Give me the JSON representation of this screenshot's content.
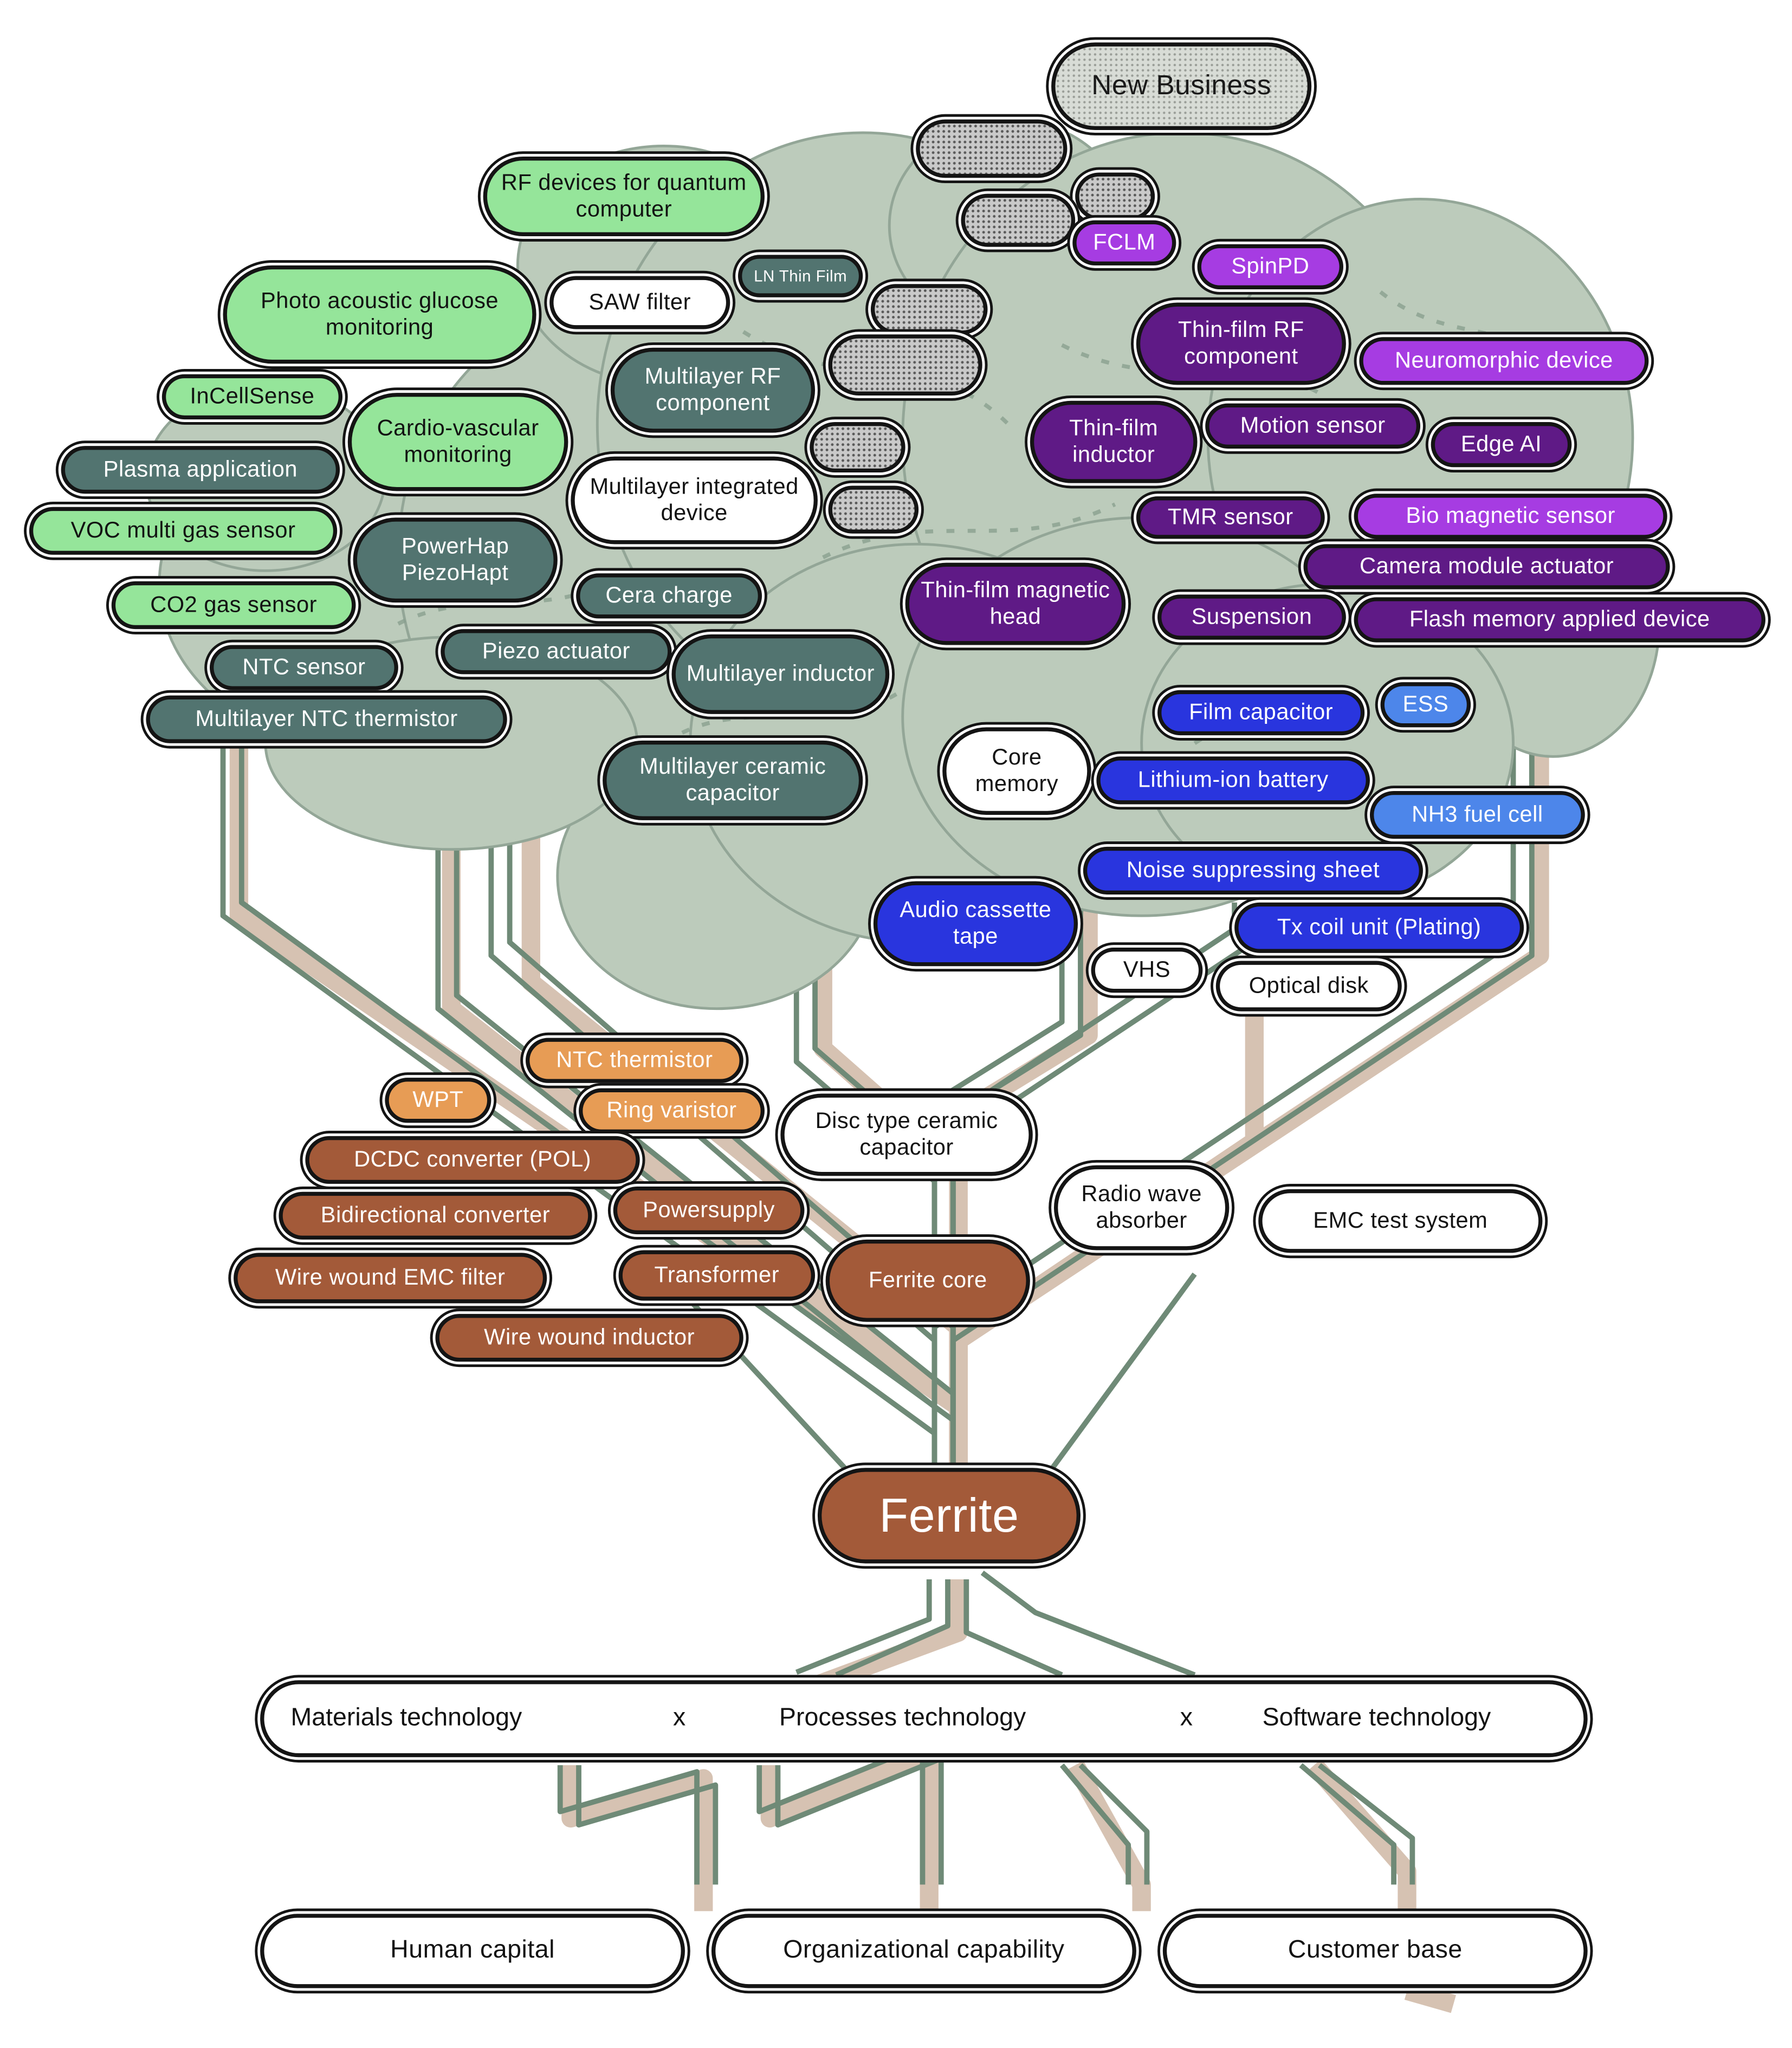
{
  "title": "New Business",
  "core": "Ferrite",
  "technologies": {
    "materials": "Materials technology",
    "processes": "Processes technology",
    "software": "Software technology",
    "x": "x"
  },
  "roots": {
    "human": "Human capital",
    "organizational": "Organizational capability",
    "customer": "Customer base"
  },
  "nodes": {
    "rf_quantum": "RF devices for quantum computer",
    "photo_acoustic": "Photo acoustic glucose monitoring",
    "saw_filter": "SAW filter",
    "ln_thin_film": "LN Thin Film",
    "incellsense": "InCellSense",
    "cardio": "Cardio-vascular monitoring",
    "plasma": "Plasma application",
    "voc": "VOC multi gas sensor",
    "co2": "CO2 gas sensor",
    "ntc_sensor": "NTC sensor",
    "ml_ntc": "Multilayer NTC thermistor",
    "ml_rf": "Multilayer RF component",
    "ml_integrated": "Multilayer integrated device",
    "powerhap": "PowerHap PiezoHapt",
    "cera_charge": "Cera charge",
    "piezo": "Piezo actuator",
    "ml_inductor": "Multilayer inductor",
    "mlcc": "Multilayer ceramic capacitor",
    "fclm": "FCLM",
    "spinpd": "SpinPD",
    "tf_rf": "Thin-film RF component",
    "neuromorphic": "Neuromorphic device",
    "tf_inductor": "Thin-film inductor",
    "motion": "Motion sensor",
    "edge_ai": "Edge AI",
    "tmr": "TMR sensor",
    "bio_mag": "Bio magnetic sensor",
    "camera": "Camera module actuator",
    "tf_head": "Thin-film magnetic head",
    "suspension": "Suspension",
    "flash": "Flash memory applied device",
    "film_cap": "Film capacitor",
    "ess": "ESS",
    "core_memory": "Core memory",
    "li_ion": "Lithium-ion battery",
    "nh3": "NH3 fuel cell",
    "noise": "Noise suppressing sheet",
    "audio": "Audio cassette tape",
    "tx_coil": "Tx coil unit (Plating)",
    "vhs": "VHS",
    "optical": "Optical disk",
    "ntc_thermistor": "NTC thermistor",
    "wpt": "WPT",
    "ring_varistor": "Ring varistor",
    "disc_cap": "Disc type ceramic capacitor",
    "dcdc": "DCDC converter (POL)",
    "bidirectional": "Bidirectional converter",
    "powersupply": "Powersupply",
    "radio_wave": "Radio wave absorber",
    "emc_test": "EMC test system",
    "wire_emc": "Wire wound EMC filter",
    "transformer": "Transformer",
    "ferrite_core": "Ferrite core",
    "wire_inductor": "Wire wound inductor"
  },
  "colors": {
    "trunk_green": "#6f8a77",
    "trunk_shadow": "#d4bfae",
    "canopy": "#bccbbb",
    "outline": "#141414"
  }
}
